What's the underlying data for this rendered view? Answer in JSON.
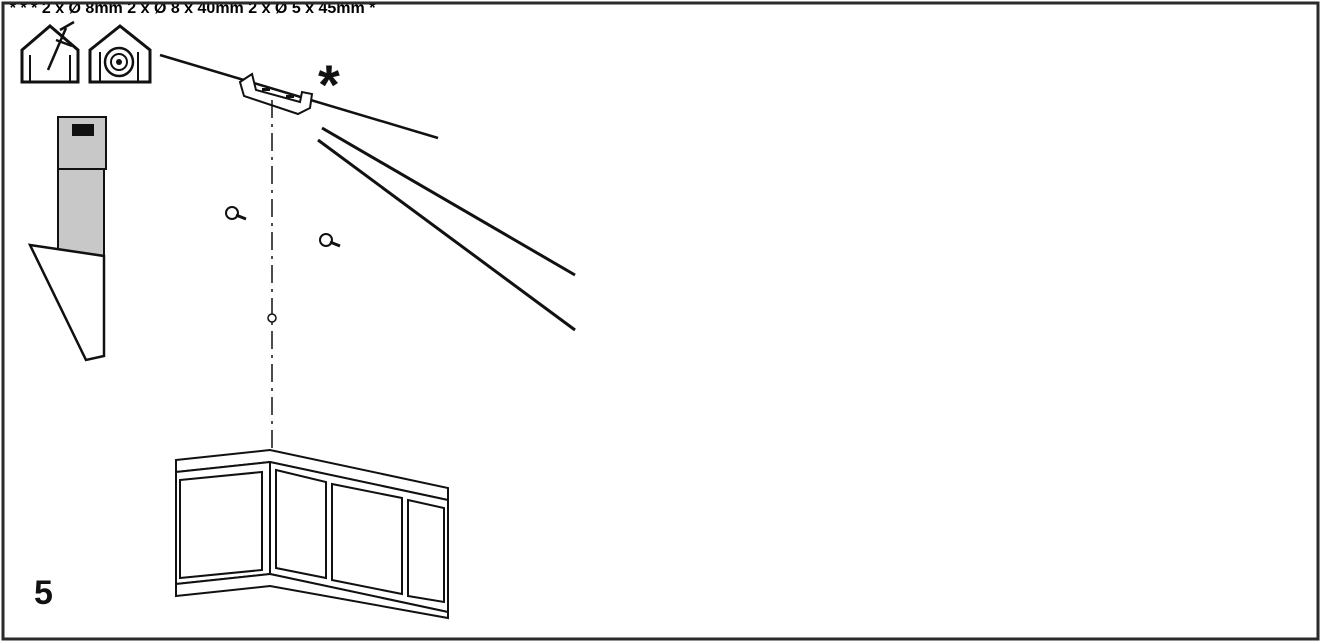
{
  "step_number": "5",
  "asterisk": "*",
  "warning_symbol": "!",
  "drill_label": "2 x Ø 8mm",
  "plugs": {
    "qty": "2 x",
    "size": "Ø 8 x 40mm"
  },
  "screws": {
    "qty": "2 x",
    "size": "Ø 5 x 45mm"
  },
  "icons": [
    "house-tools-icon",
    "house-spiral-icon",
    "warning-icon",
    "pencil-icon",
    "drill-icon"
  ],
  "colors": {
    "ink": "#111111",
    "gray_fill": "#c8c8c8",
    "frame": "#2a2a2a"
  }
}
